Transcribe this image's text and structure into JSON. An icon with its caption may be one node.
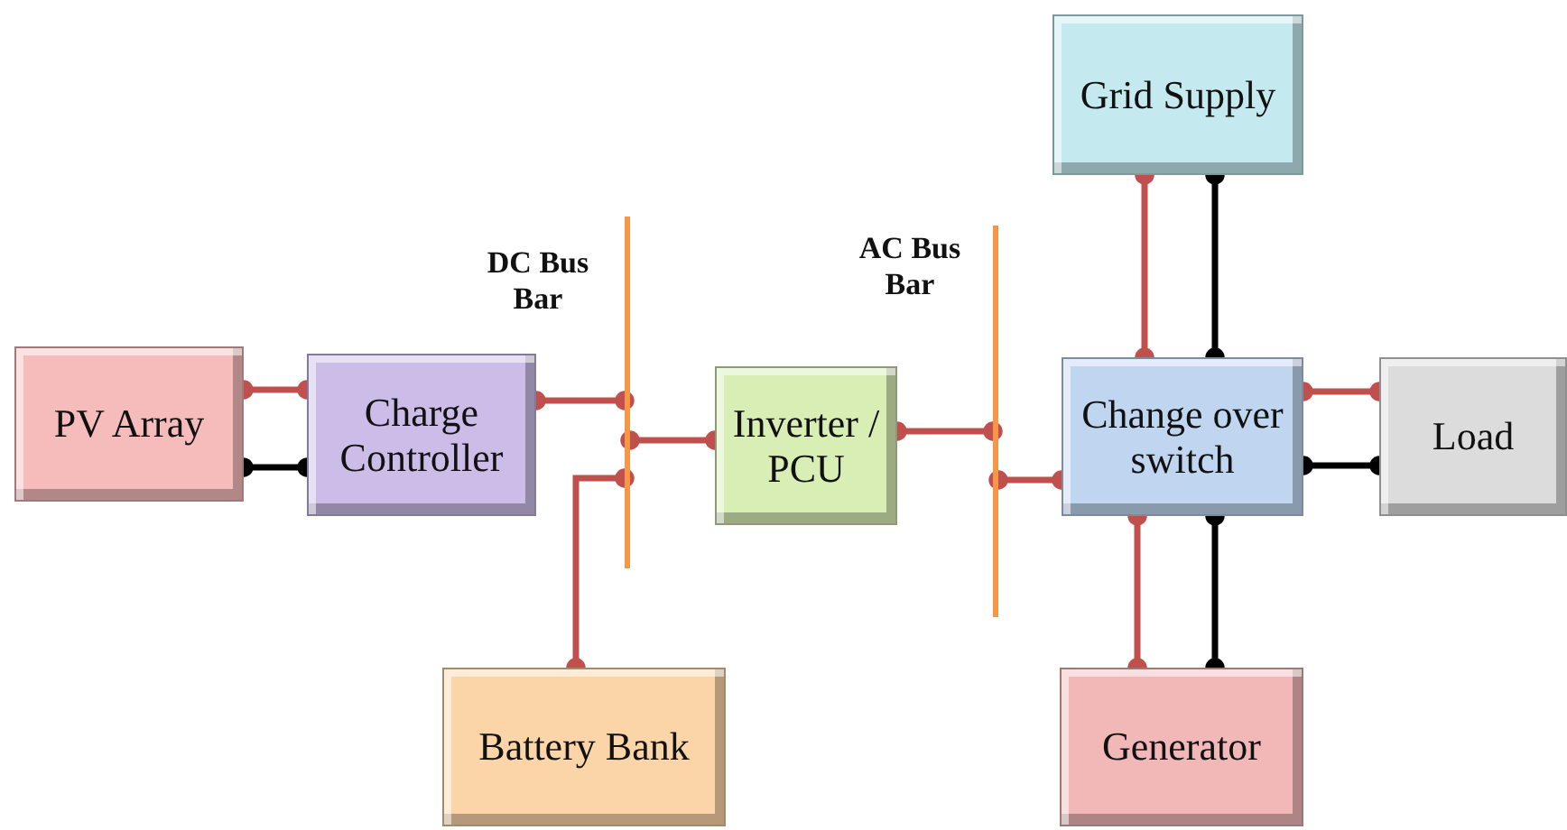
{
  "diagram": {
    "nodes": [
      {
        "text": [
          "Grid Supply"
        ]
      },
      {
        "text": [
          "DC Bus Bar"
        ]
      },
      {
        "text": [
          "AC Bus Bar"
        ]
      },
      {
        "text": [
          "PV Array"
        ]
      },
      {
        "text": [
          "Charge Controller"
        ]
      },
      {
        "text": [
          "Inverter / PCU"
        ]
      },
      {
        "text": [
          "Change over switch"
        ]
      },
      {
        "text": [
          "Load"
        ]
      },
      {
        "text": [
          "Battery Bank"
        ]
      },
      {
        "text": [
          "Generator"
        ]
      }
    ],
    "edges": [
      {
        "from": 3,
        "to": 4,
        "arrow": "other"
      },
      {
        "from": 3,
        "to": 4,
        "arrow": "other",
        "color": "#000000"
      },
      {
        "from": 4,
        "to": 1,
        "arrow": "other"
      },
      {
        "from": 1,
        "to": 5,
        "arrow": "other"
      },
      {
        "from": 8,
        "to": 1,
        "arrow": "other"
      },
      {
        "from": 5,
        "to": 2,
        "arrow": "other"
      },
      {
        "from": 2,
        "to": 6,
        "arrow": "other"
      },
      {
        "from": 0,
        "to": 6,
        "arrow": "other"
      },
      {
        "from": 0,
        "to": 6,
        "arrow": "other",
        "color": "#000000"
      },
      {
        "from": 6,
        "to": 7,
        "arrow": "other"
      },
      {
        "from": 6,
        "to": 7,
        "arrow": "other",
        "color": "#000000"
      },
      {
        "from": 6,
        "to": 9,
        "arrow": "other"
      },
      {
        "from": 6,
        "to": 9,
        "arrow": "other",
        "color": "#000000"
      }
    ]
  }
}
